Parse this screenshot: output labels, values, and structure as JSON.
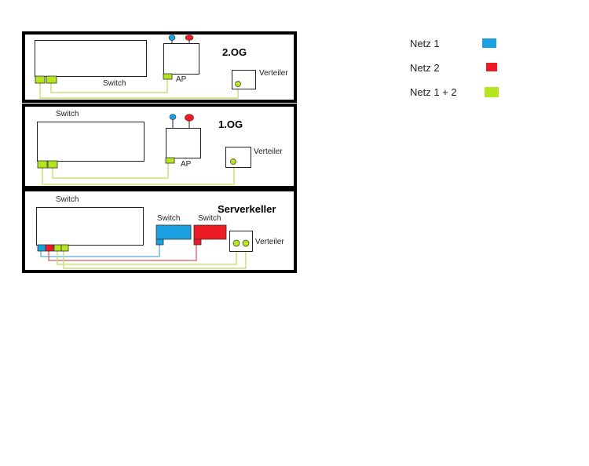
{
  "colors": {
    "netz1": "#1ba1e2",
    "netz2": "#ed1c24",
    "netz12": "#b5e61d"
  },
  "floors": {
    "og2": {
      "title": "2.OG",
      "switch": "Switch",
      "ap": "AP",
      "verteiler": "Verteiler"
    },
    "og1": {
      "title": "1.OG",
      "switch": "Switch",
      "ap": "AP",
      "verteiler": "Verteiler"
    },
    "keller": {
      "title": "Serverkeller",
      "switch": "Switch",
      "switch_netz1": "Switch",
      "switch_netz2": "Switch",
      "verteiler": "Verteiler"
    }
  },
  "legend": [
    {
      "label": "Netz 1"
    },
    {
      "label": "Netz 2"
    },
    {
      "label": "Netz 1 + 2"
    }
  ]
}
